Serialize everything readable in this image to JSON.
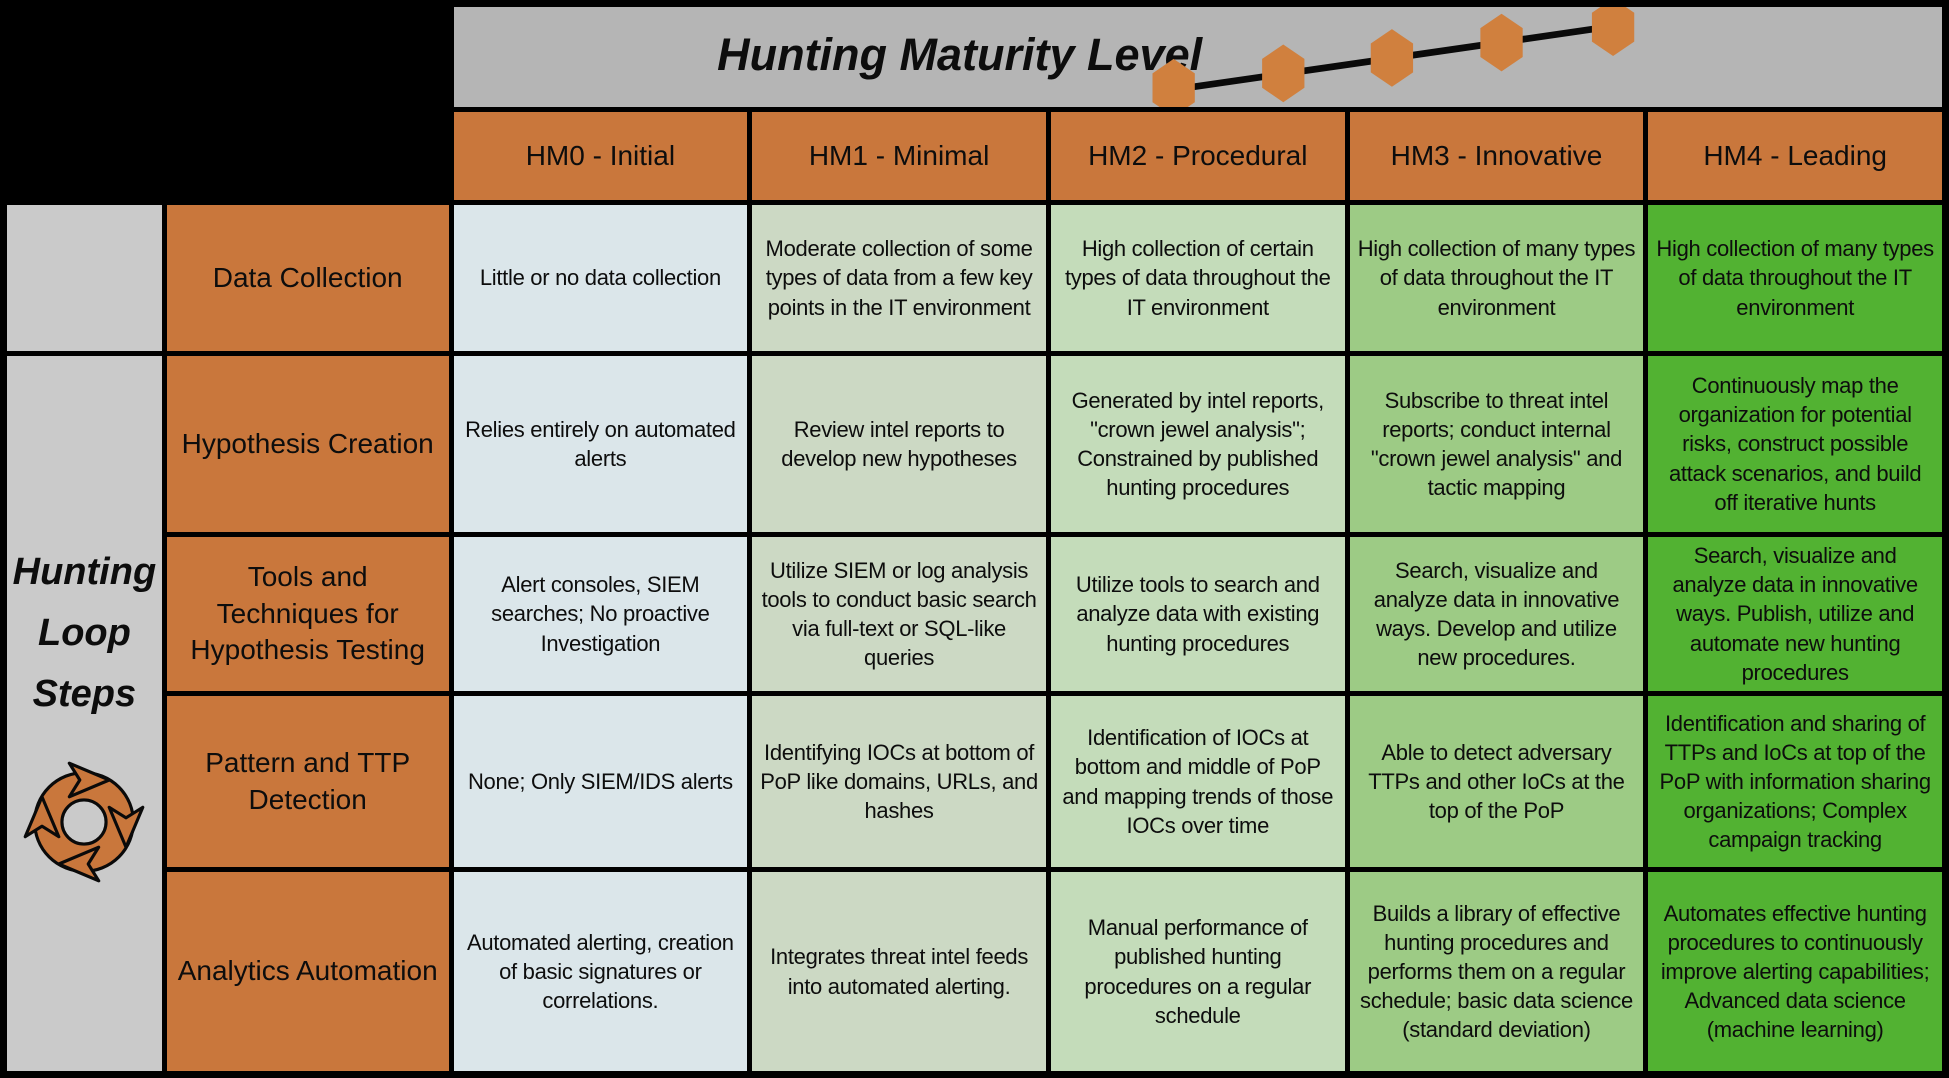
{
  "header": {
    "title": "Hunting Maturity Level",
    "trend_icon": "ascending-maturity-trend-line-with-hexagon-markers",
    "columns": [
      {
        "label": "HM0 - Initial"
      },
      {
        "label": "HM1 - Minimal"
      },
      {
        "label": "HM2 - Procedural"
      },
      {
        "label": "HM3 - Innovative"
      },
      {
        "label": "HM4 - Leading"
      }
    ]
  },
  "sidebar": {
    "title": "Hunting Loop Steps",
    "icon": "cycle-arrows-icon"
  },
  "rows": [
    {
      "label": "Data Collection",
      "cells": [
        "Little or no data collection",
        "Moderate collection of some types of data from a few key points in the IT environment",
        "High collection of certain types of data throughout the IT environment",
        "High collection of many types of data throughout the IT environment",
        "High collection of many types of data throughout the IT environment"
      ]
    },
    {
      "label": "Hypothesis Creation",
      "cells": [
        "Relies entirely on automated alerts",
        "Review intel reports to develop new hypotheses",
        "Generated by intel reports, \"crown jewel analysis\"; Constrained by published hunting procedures",
        "Subscribe to threat intel reports; conduct internal \"crown jewel analysis\" and tactic mapping",
        "Continuously map the organization for potential risks, construct possible attack scenarios, and build off iterative hunts"
      ]
    },
    {
      "label": "Tools and Techniques for Hypothesis Testing",
      "cells": [
        "Alert consoles, SIEM searches; No proactive Investigation",
        "Utilize SIEM or log analysis tools to conduct basic search via full-text or SQL-like queries",
        "Utilize tools to search and analyze data with existing hunting procedures",
        "Search, visualize and analyze data in innovative ways. Develop and utilize new procedures.",
        "Search, visualize and analyze data in innovative ways. Publish, utilize and automate new hunting procedures"
      ]
    },
    {
      "label": "Pattern and TTP Detection",
      "cells": [
        "None; Only SIEM/IDS alerts",
        "Identifying IOCs at bottom of PoP like domains, URLs, and hashes",
        "Identification of IOCs at bottom and middle of PoP and mapping trends of those IOCs over time",
        "Able to detect adversary TTPs and other IoCs at the top of the PoP",
        "Identification and sharing of TTPs and IoCs at top of the PoP with information sharing organizations; Complex campaign tracking"
      ]
    },
    {
      "label": "Analytics Automation",
      "cells": [
        "Automated alerting, creation of basic signatures or correlations.",
        "Integrates threat intel feeds into automated alerting.",
        "Manual performance of published hunting procedures on a regular schedule",
        "Builds a library of effective hunting procedures and performs them on a regular schedule; basic data science (standard deviation)",
        "Automates effective hunting procedures to continuously improve alerting capabilities; Advanced data science (machine learning)"
      ]
    }
  ],
  "colors": {
    "border": "#000000",
    "header-gray": "#b5b5b5",
    "side-gray": "#cacaca",
    "orange": "#c9773c",
    "hex-orange": "#d0803e",
    "hm0": "#dbe6ea",
    "hm1": "#ccd9c4",
    "hm2": "#c4dcba",
    "hm3": "#9dcb85",
    "hm4": "#52b232"
  }
}
